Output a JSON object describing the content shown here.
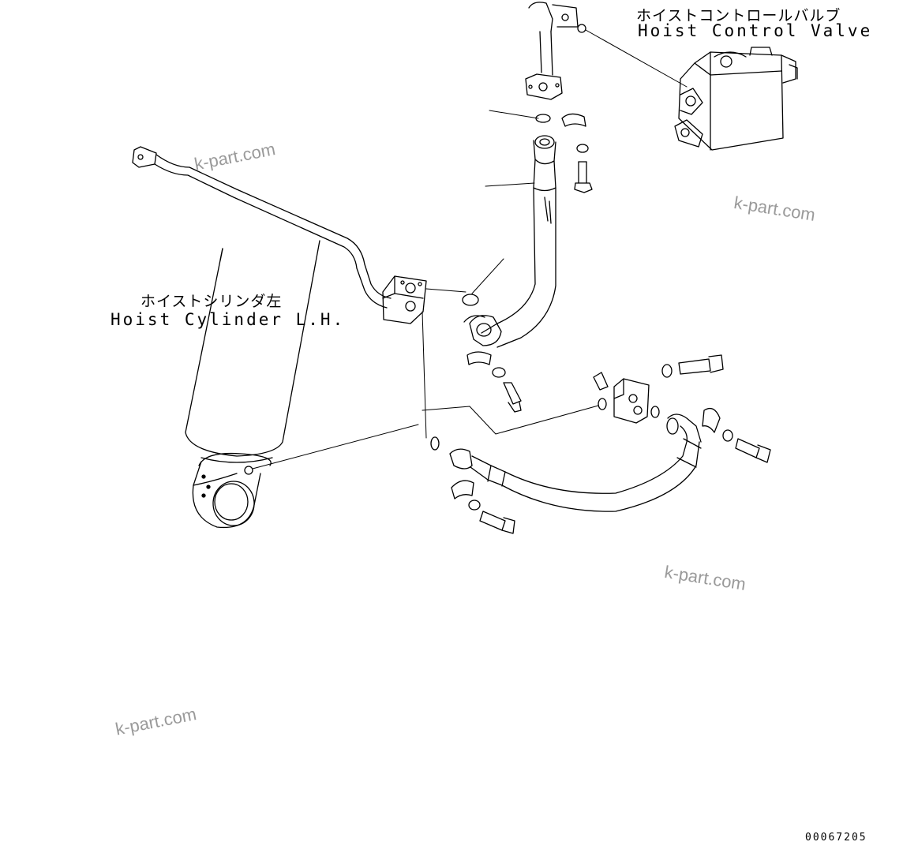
{
  "labels": {
    "control_valve_jp": "ホイストコントロールバルブ",
    "control_valve_en": "Hoist Control Valve",
    "cylinder_jp": "ホイストシリンダ左",
    "cylinder_en": "Hoist Cylinder L.H."
  },
  "watermark": "k-part.com",
  "drawing_number": "00067205"
}
